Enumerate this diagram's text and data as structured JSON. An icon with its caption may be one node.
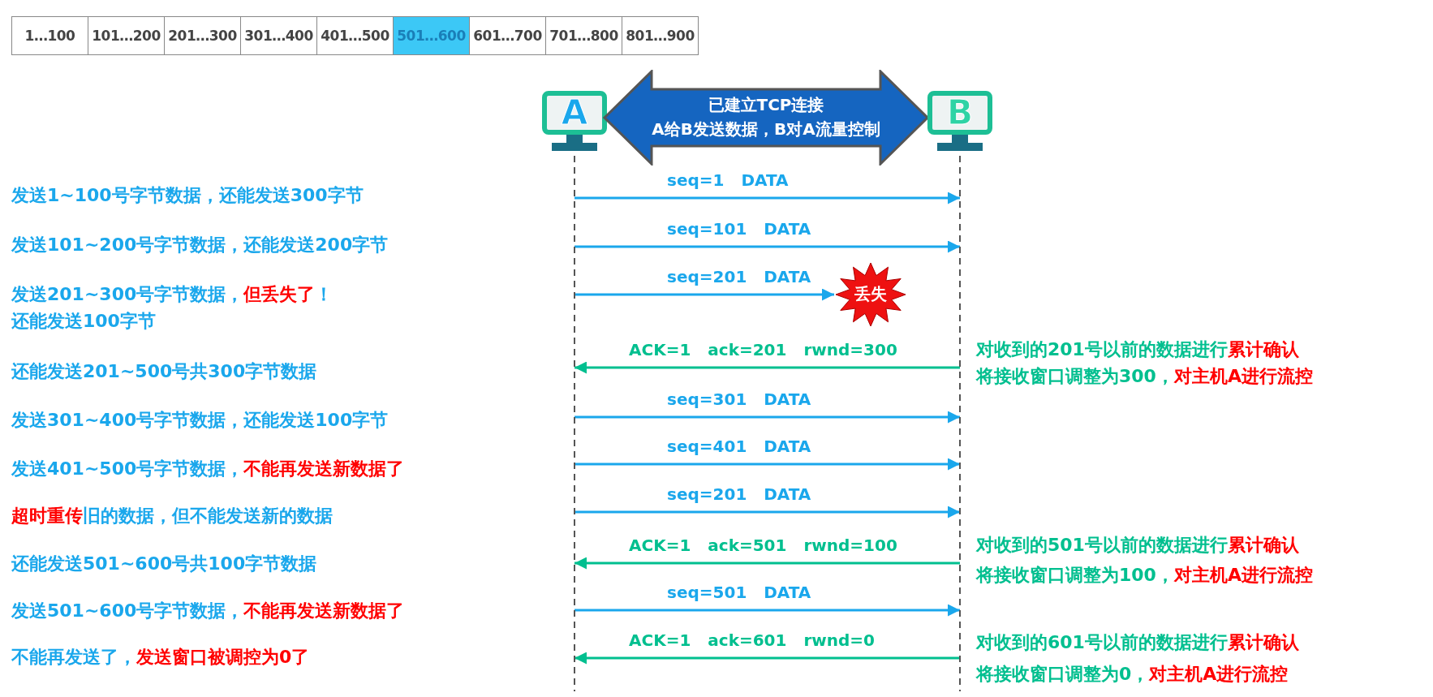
{
  "diagram": {
    "nodes": [
      {
        "text": [
          "A"
        ]
      },
      {
        "text": [
          "已建立TCP连接",
          "A给B发送数据，B对A流量控制"
        ]
      },
      {
        "text": [
          "B"
        ]
      },
      {
        "text": [
          "丢失"
        ]
      }
    ],
    "edges": [
      {
        "from": 0,
        "to": 2,
        "arrow": "to",
        "label": "seq=1 DATA"
      },
      {
        "from": 0,
        "to": 2,
        "arrow": "to",
        "label": "seq=101 DATA"
      },
      {
        "from": 0,
        "to": 3,
        "arrow": "to",
        "label": "seq=201 DATA"
      },
      {
        "from": 2,
        "to": 0,
        "arrow": "to",
        "label": "ACK=1 ack=201 rwnd=300",
        "color": "#00bf8f"
      },
      {
        "from": 0,
        "to": 2,
        "arrow": "to",
        "label": "seq=301 DATA"
      },
      {
        "from": 0,
        "to": 2,
        "arrow": "to",
        "label": "seq=401 DATA"
      },
      {
        "from": 0,
        "to": 2,
        "arrow": "to",
        "label": "seq=201 DATA"
      },
      {
        "from": 2,
        "to": 0,
        "arrow": "to",
        "label": "ACK=1 ack=501 rwnd=100",
        "color": "#00bf8f"
      },
      {
        "from": 0,
        "to": 2,
        "arrow": "to",
        "label": "seq=501 DATA"
      },
      {
        "from": 2,
        "to": 0,
        "arrow": "to",
        "label": "ACK=1 ack=601 rwnd=0",
        "color": "#00bf8f"
      }
    ],
    "labels": [
      "1…100",
      "101…200",
      "201…300",
      "301…400",
      "401…500",
      "501…600",
      "601…700",
      "701…800",
      "801…900",
      "发送1~100号字节数据，还能发送300字节",
      "发送101~200号字节数据，还能发送200字节",
      "发送201~300号字节数据，**但丢失了**！",
      "还能发送100字节",
      "对收到的201号以前的数据进行**累计确认**",
      "还能发送201~500号共300字节数据",
      "将接收窗口调整为300，**对主机A进行流控**",
      "发送301~400号字节数据，还能发送100字节",
      "发送401~500号字节数据，**不能再发送新数据了**",
      "**超时重传**旧的数据，但不能发送新的数据",
      "对收到的501号以前的数据进行**累计确认**",
      "还能发送501~600号共100字节数据",
      "将接收窗口调整为100，**对主机A进行流控**",
      "发送501~600号字节数据，**不能再发送新数据了**",
      "对收到的601号以前的数据进行**累计确认**",
      "不能再发送了，**发送窗口被调控为0了**",
      "将接收窗口调整为0，**对主机A进行流控**"
    ]
  }
}
